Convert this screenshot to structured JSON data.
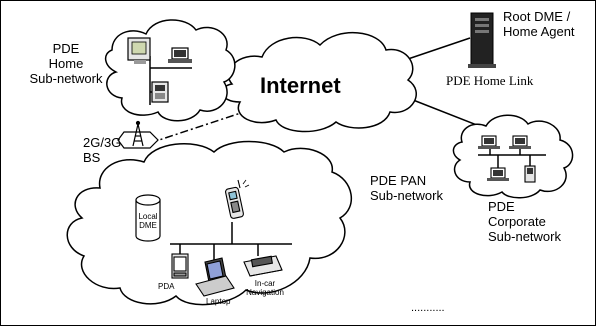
{
  "diagram": {
    "labels": {
      "internet": "Internet",
      "pde_home_subnet": [
        "PDE",
        "Home",
        "Sub-network"
      ],
      "root_dme": [
        "Root DME /",
        "Home Agent"
      ],
      "pde_home_link": "PDE Home Link",
      "base_station": [
        "2G/3G",
        "BS"
      ],
      "pde_pan_subnet": [
        "PDE PAN",
        "Sub-network"
      ],
      "corporate_subnet": [
        "PDE",
        "Corporate",
        "Sub-network"
      ],
      "local_dme": [
        "Local",
        "DME"
      ],
      "pda": "PDA",
      "laptop": "Laptop",
      "in_car_navigation": [
        "In-car",
        "Navigation"
      ],
      "ellipsis": "..........."
    },
    "colors": {
      "cloud_fill": "#ffffff",
      "line": "#000000",
      "device_fill": "#e6e6e6",
      "server_fill": "#222222"
    }
  }
}
